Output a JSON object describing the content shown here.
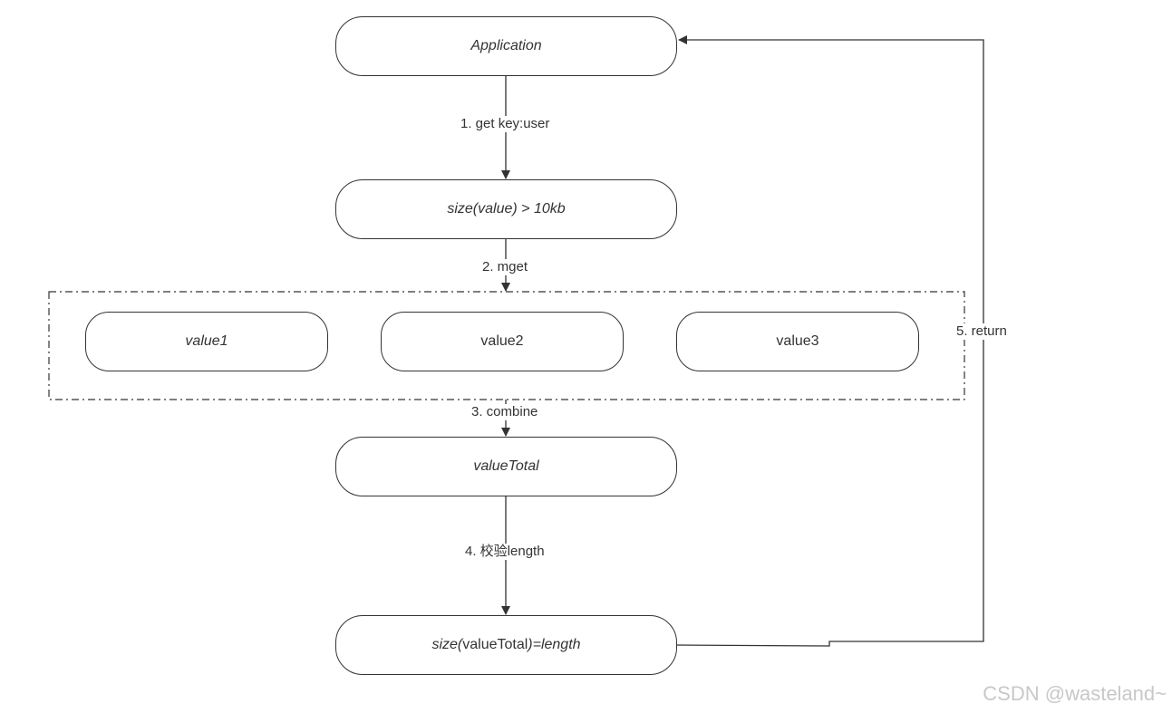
{
  "nodes": {
    "application": "Application",
    "size_check": "size(value) > 10kb",
    "value1": "value1",
    "value2": "value2",
    "value3": "value3",
    "value_total": "valueTotal",
    "final_check": {
      "prefix": "size(",
      "middle": "valueTotal",
      "suffix": ")=length"
    }
  },
  "edges": {
    "step1": "1. get key:user",
    "step2": "2. mget",
    "step3": "3. combine",
    "step4": "4. 校验length",
    "step5": "5. return"
  },
  "watermark": "CSDN @wasteland~",
  "colors": {
    "stroke": "#333333",
    "watermark": "#c8c8c8"
  }
}
